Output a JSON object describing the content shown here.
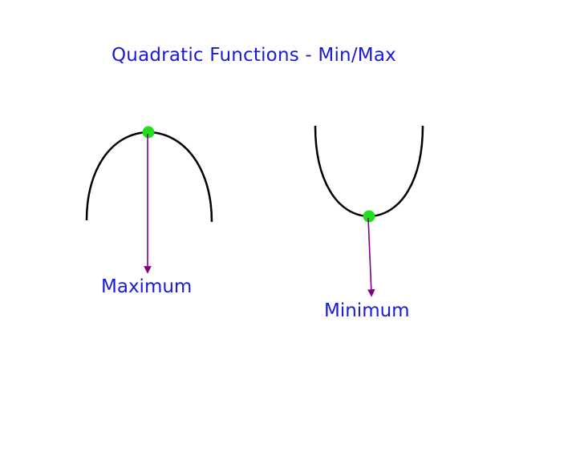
{
  "slide": {
    "title": "Quadratic Functions - Min/Max",
    "labels": {
      "maximum": "Maximum",
      "minimum": "Minimum"
    }
  },
  "colors": {
    "text": "#1a1ad6",
    "curve": "#000000",
    "vertex_dot": "#22dd22",
    "arrow": "#800080"
  }
}
